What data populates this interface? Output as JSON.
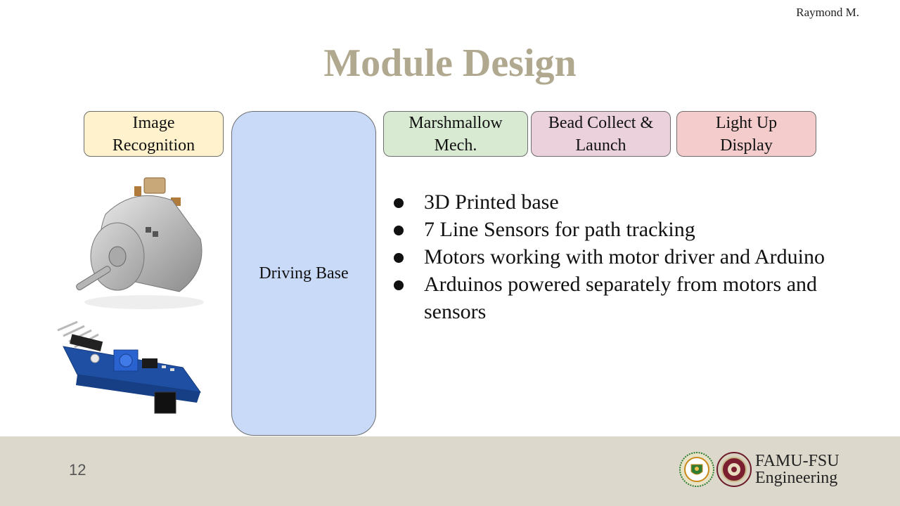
{
  "header": {
    "author": "Raymond M.",
    "title": "Module Design"
  },
  "modules": {
    "image_recognition": [
      "Image",
      "Recognition"
    ],
    "driving_base": [
      "Driving Base"
    ],
    "marshmallow": [
      "Marshmallow",
      "Mech."
    ],
    "bead": [
      "Bead Collect &",
      "Launch"
    ],
    "light": [
      "Light Up",
      "Display"
    ]
  },
  "module_colors": {
    "image_recognition": "#fff2cc",
    "driving_base": "#c9daf8",
    "marshmallow": "#d9ead3",
    "bead": "#ead1dc",
    "light": "#f4cccc"
  },
  "bullets": [
    "3D Printed base",
    "7 Line Sensors for path tracking",
    "Motors working with motor driver and Arduino",
    "Arduinos powered separately from motors and sensors"
  ],
  "images": {
    "motor": "dc-motor-icon",
    "sensor": "line-sensor-module-icon"
  },
  "footer": {
    "page_number": "12",
    "logo_line1": "FAMU-FSU",
    "logo_line2": "Engineering",
    "background": "#dcd8cc"
  }
}
